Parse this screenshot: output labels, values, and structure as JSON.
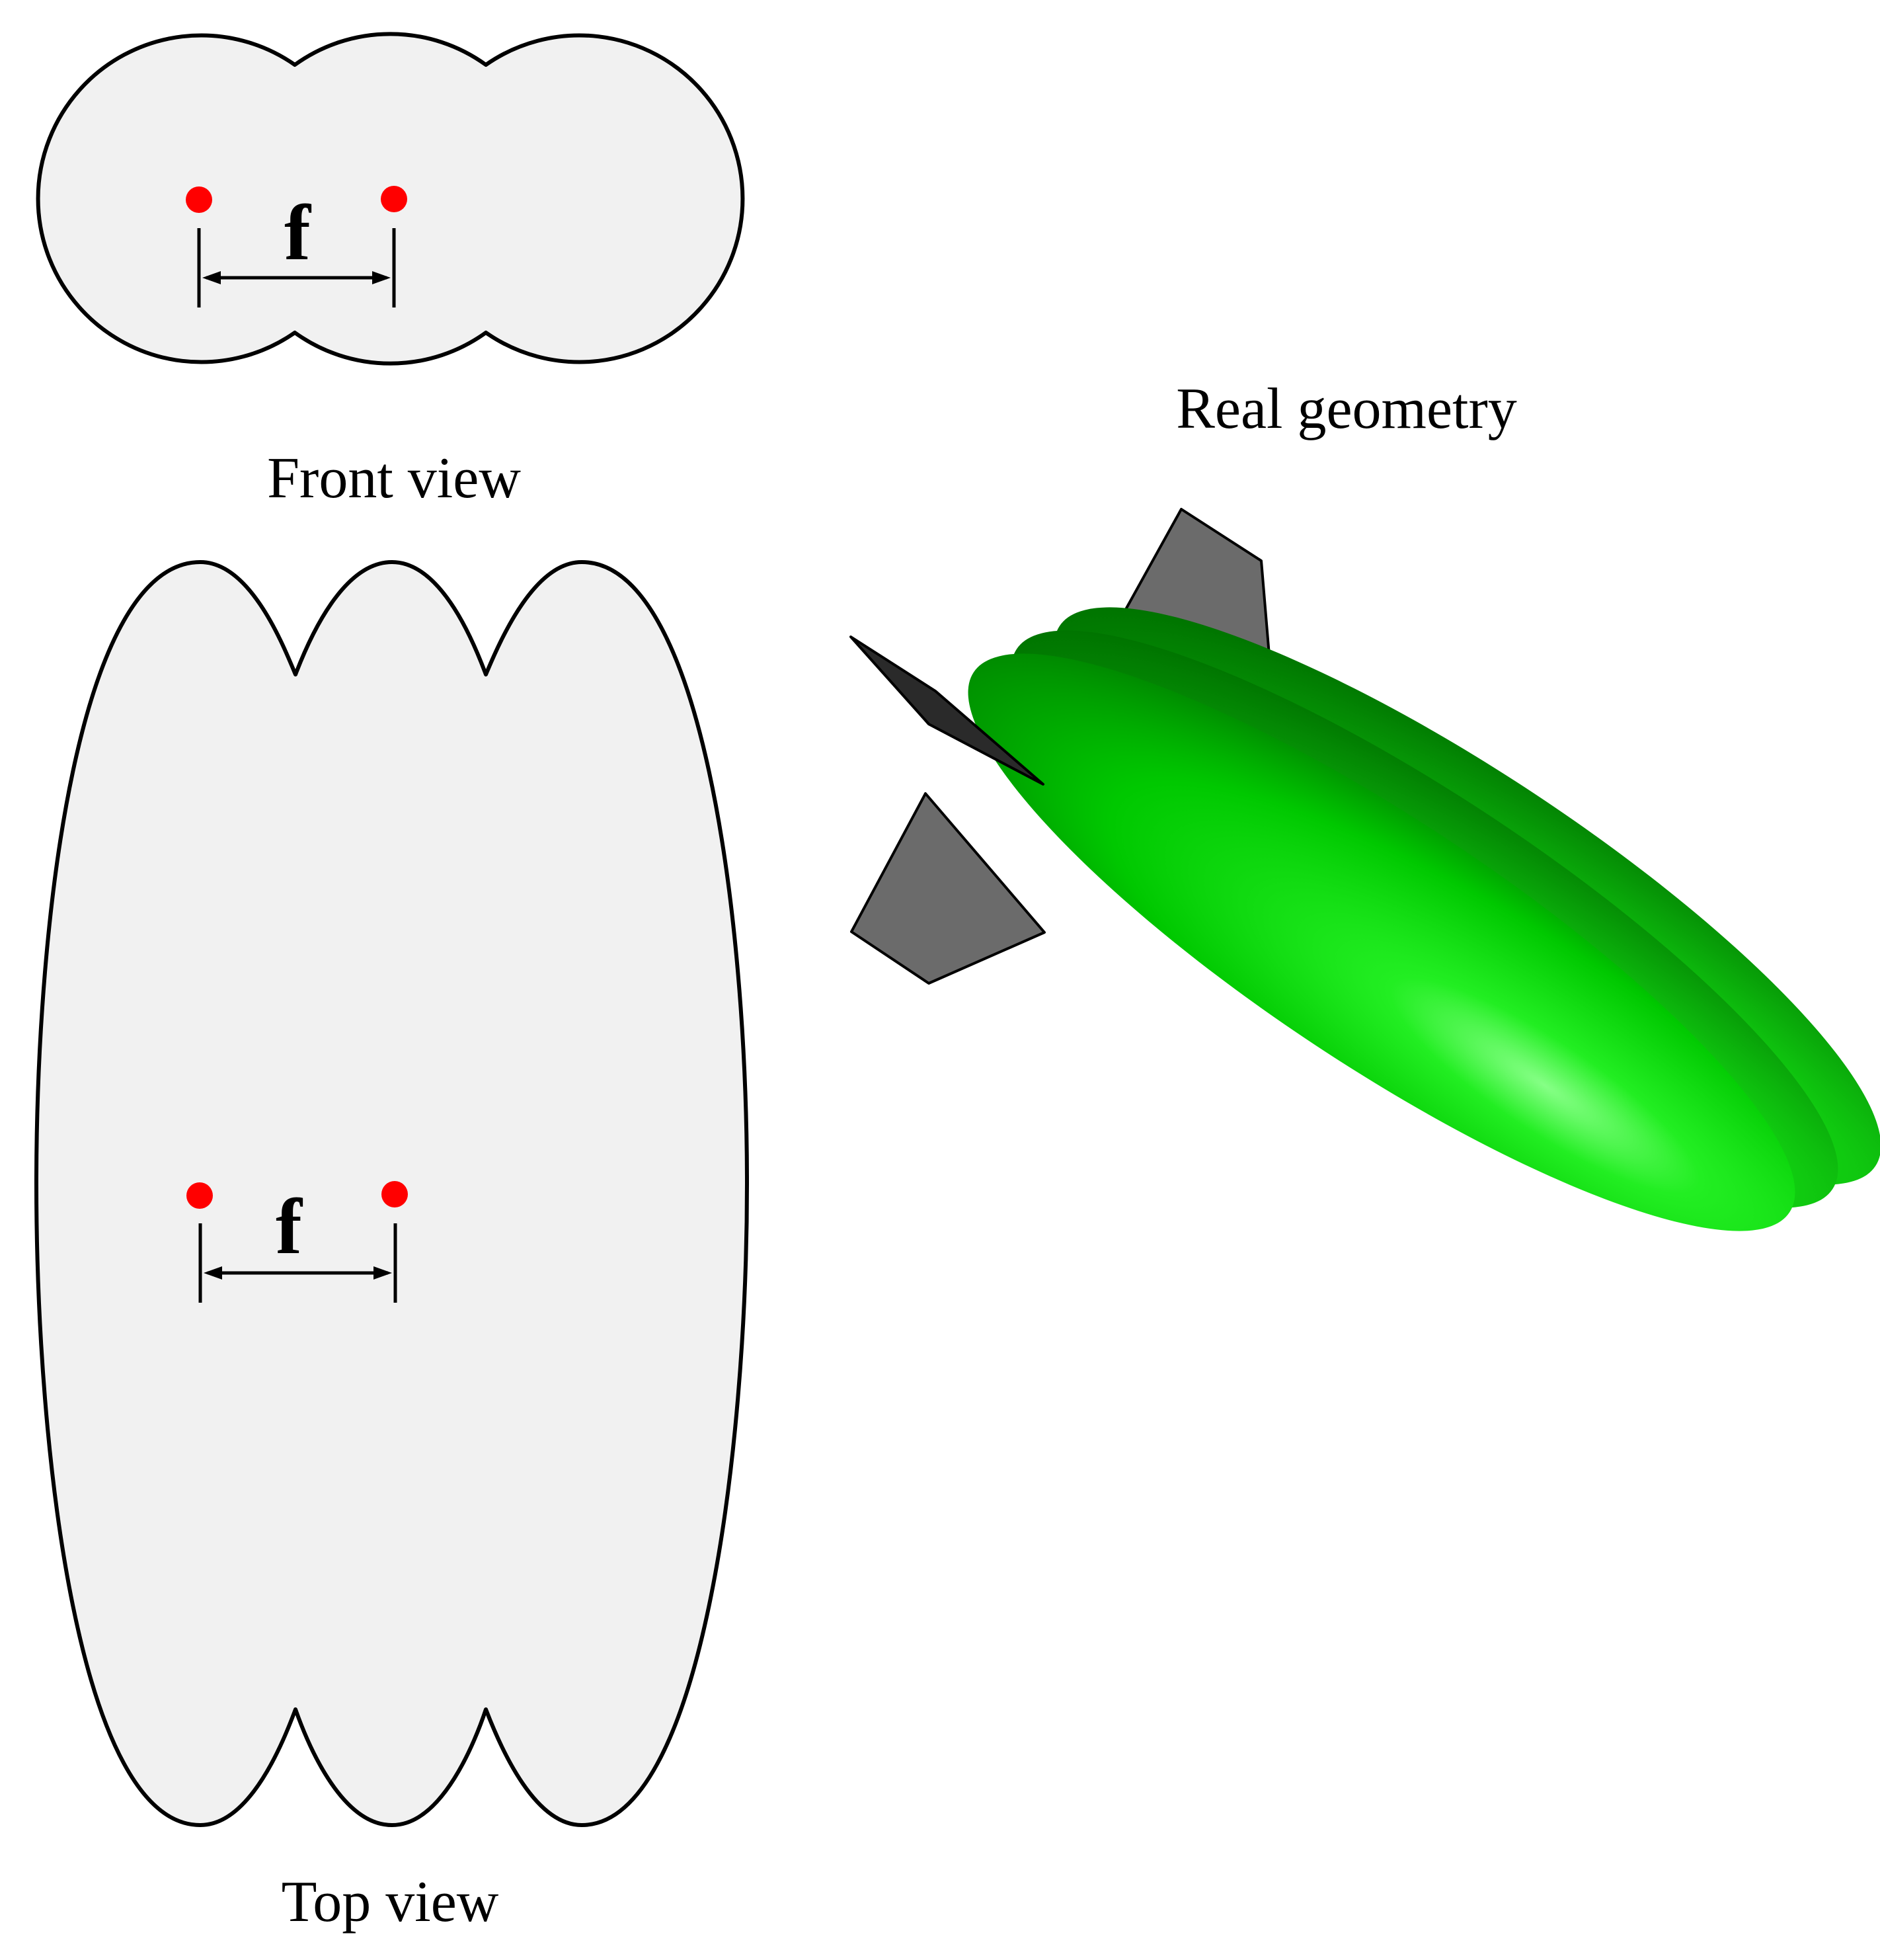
{
  "front_view": {
    "caption": "Front view",
    "dimension_label": "f"
  },
  "top_view": {
    "caption": "Top view",
    "dimension_label": "f"
  },
  "real_geometry": {
    "caption": "Real geometry"
  },
  "colors": {
    "focus_points": "#ff0000",
    "hull": "#00cc00",
    "hull_highlight": "#7dff7d",
    "hull_dark": "#007a00",
    "fins": "#6b6b6b",
    "outline_fill": "#f1f1f1"
  }
}
